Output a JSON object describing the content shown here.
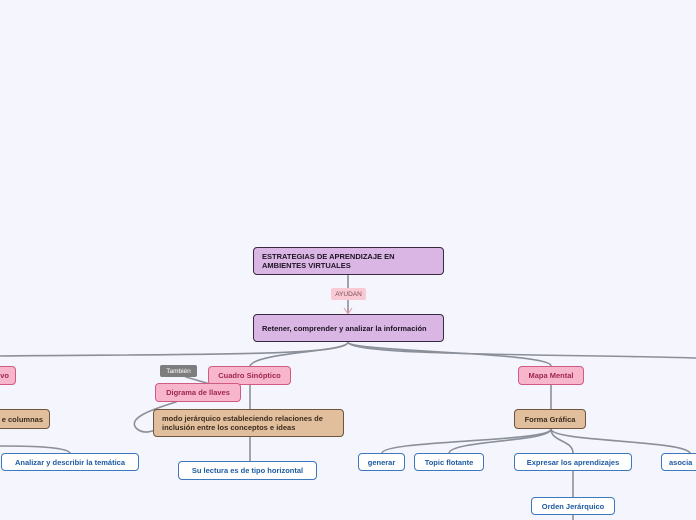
{
  "map": {
    "root": "ESTRATEGIAS DE APRENDIZAJE EN AMBIENTES VIRTUALES",
    "link_ayudan": "AYUDAN",
    "central": "Retener, comprender y analizar la información",
    "left_partial_top": "vo",
    "left_partial_mid": "e columnas",
    "analizar": "Analizar y describir la temática",
    "link_tambien": "También",
    "cuadro": "Cuadro Sinóptico",
    "llaves": "Digrama de llaves",
    "modo": "modo jerárquico estableciendo relaciones de inclusión entre los conceptos e ideas",
    "lectura": "Su lectura es de tipo horizontal",
    "mapa_mental": "Mapa Mental",
    "forma": "Forma Gráfica",
    "generar": "generar",
    "topic": "Topic flotante",
    "expresar": "Expresar los aprendizajes",
    "asoc": "asocia",
    "orden": "Orden Jerárquico"
  },
  "colors": {
    "background": "#f5f5fd",
    "connector": "#8a8f99",
    "purple_node": "#d9b6e3",
    "pink_node": "#f8b6cc",
    "tan_node": "#e2bf9c",
    "white_node_border": "#3d77bd"
  }
}
